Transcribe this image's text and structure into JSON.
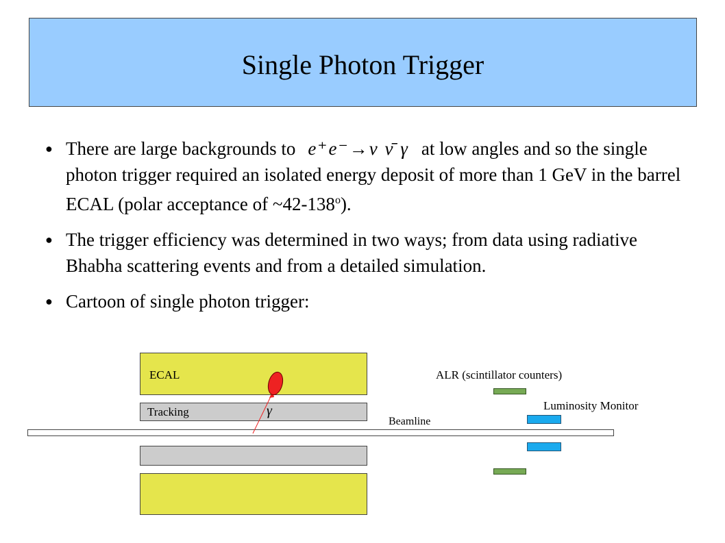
{
  "title": "Single Photon Trigger",
  "bullets": [
    {
      "pre": "There are large backgrounds to",
      "formula": "e⁺e⁻→ν ν̄ γ",
      "post": "at low angles and so the single photon trigger required an isolated energy deposit of more than 1 GeV in the barrel ECAL (polar acceptance of ~42-138",
      "degree": "o",
      "tail": ")."
    },
    {
      "text": "The trigger efficiency was determined in two ways; from data using radiative Bhabha scattering events and from a detailed simulation."
    },
    {
      "text": "Cartoon of single photon trigger:"
    }
  ],
  "cartoon": {
    "ecal_label": "ECAL",
    "tracking_label": "Tracking",
    "photon_symbol": "γ",
    "beamline_label": "Beamline",
    "alr_label": "ALR (scintillator counters)",
    "lumi_label": "Luminosity Monitor",
    "colors": {
      "ecal": "#e5e54c",
      "tracking": "#cccccc",
      "alr": "#77aa55",
      "lumi": "#1aaaee",
      "photon": "#ee2222"
    }
  }
}
